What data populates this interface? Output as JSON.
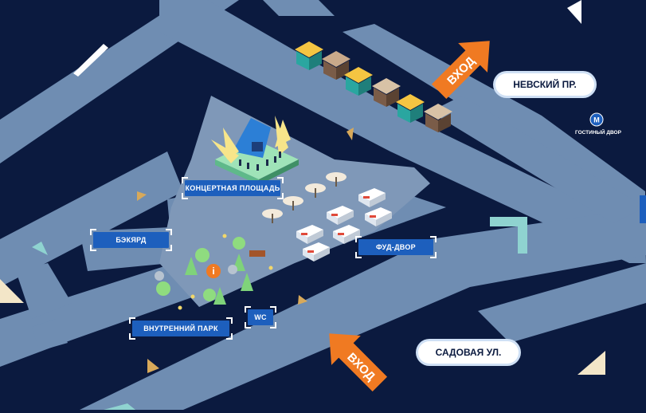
{
  "colors": {
    "background": "#0b1a3f",
    "road": "#6f8db2",
    "plaza": "#7f98b8",
    "accent_orange": "#f07a22",
    "label_blue": "#1d5fbd",
    "teal": "#8fd3d0"
  },
  "entrances": [
    {
      "id": "north",
      "label": "ВХОД"
    },
    {
      "id": "south",
      "label": "ВХОД"
    }
  ],
  "streets": [
    {
      "id": "nevsky",
      "label": "НЕВСКИЙ ПР."
    },
    {
      "id": "sadovaya",
      "label": "САДОВАЯ УЛ."
    }
  ],
  "metro": {
    "letter": "М",
    "caption": "ГОСТИНЫЙ ДВОР"
  },
  "zones": {
    "concert": "КОНЦЕРТНАЯ ПЛОЩАДЬ",
    "backyard": "БЭКЯРД",
    "food": "ФУД-ДВОР",
    "park": "ВНУТРЕННИЙ ПАРК",
    "wc": "WC"
  },
  "info_icon": "i",
  "icons": [
    "market-tent-icon",
    "stage-icon",
    "food-truck-icon",
    "umbrella-table-icon",
    "tree-icon",
    "bench-icon",
    "lamp-icon",
    "info-icon",
    "metro-icon"
  ]
}
